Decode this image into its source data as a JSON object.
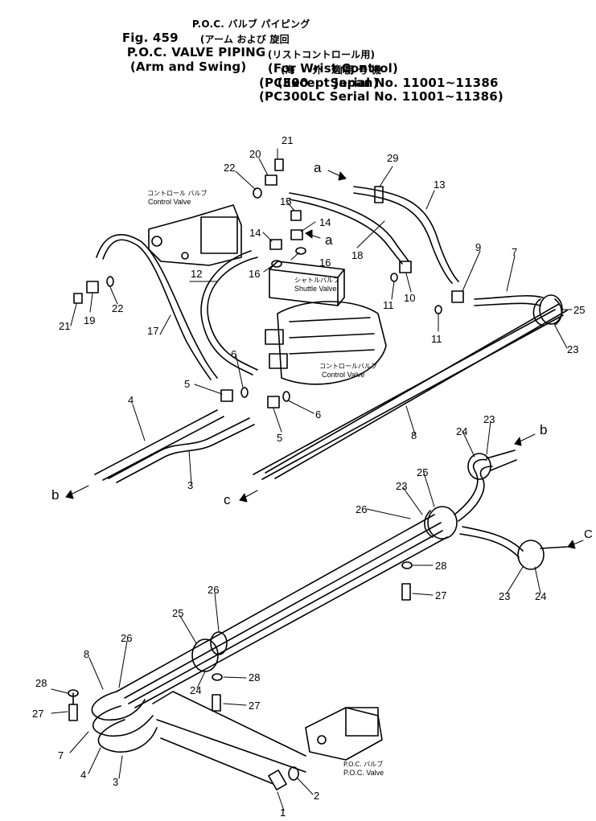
{
  "header": {
    "line1_jp": "P.O.C. バルブ パイピング",
    "line1_jp_paren": "(アーム および 旋回",
    "fig_label": "Fig. 459",
    "line2_en": "P.O.C. VALVE PIPING",
    "line2_paren": "(Arm and Swing)",
    "line3_jp": "(リストコントロール用)",
    "line3_jp_right": "(海     外     向)",
    "line4_en": "(For Wrist Control)",
    "line4_right": "(Except Japan)",
    "line5_jp": "適 用 号 機",
    "serial1": "(PC300     Serial No. 11001~11386",
    "serial2": "(PC300LC Serial No. 11001~11386)"
  },
  "labels": {
    "control_valve_top_jp": "コントロール バルブ",
    "control_valve_top_en": "Control Valve",
    "shuttle_valve_jp": "シャトルバルブ",
    "shuttle_valve_en": "Shuttle Valve",
    "control_valve_mid_jp": "コントロールバルブ",
    "control_valve_mid_en": "Control Valve",
    "poc_valve_jp": "P.O.C. バルブ",
    "poc_valve_en": "P.O.C. Valve"
  },
  "callouts": {
    "n1": "1",
    "n2": "2",
    "n3a": "3",
    "n3b": "3",
    "n4a": "4",
    "n4b": "4",
    "n5a": "5",
    "n5b": "5",
    "n6a": "6",
    "n6b": "6",
    "n7a": "7",
    "n7b": "7",
    "n8a": "8",
    "n8b": "8",
    "n9": "9",
    "n10": "10",
    "n11a": "11",
    "n11b": "11",
    "n12": "12",
    "n13": "13",
    "n14a": "14",
    "n14b": "14",
    "n15": "15",
    "n16a": "16",
    "n16b": "16",
    "n17": "17",
    "n18": "18",
    "n19": "19",
    "n20": "20",
    "n21a": "21",
    "n21b": "21",
    "n22a": "22",
    "n22b": "22",
    "n23a": "23",
    "n23b": "23",
    "n23c": "23",
    "n23d": "23",
    "n24a": "24",
    "n24b": "24",
    "n24c": "24",
    "n25a": "25",
    "n25b": "25",
    "n25c": "25",
    "n26a": "26",
    "n26b": "26",
    "n26c": "26",
    "n27a": "27",
    "n27b": "27",
    "n27c": "27",
    "n28a": "28",
    "n28b": "28",
    "n28c": "28",
    "n29": "29",
    "a1": "a",
    "a2": "a",
    "b1": "b",
    "b2": "b",
    "c1": "c",
    "c2": "C"
  }
}
